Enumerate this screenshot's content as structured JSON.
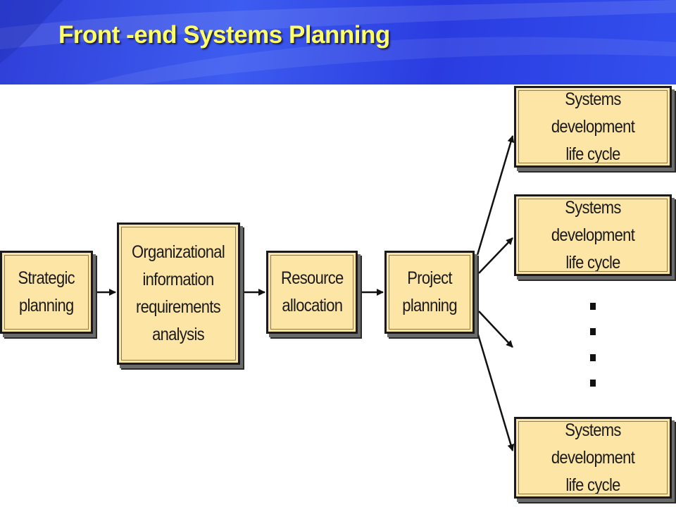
{
  "slide": {
    "title": "Front -end Systems Planning"
  },
  "diagram": {
    "nodes": {
      "strategic": "Strategic\nplanning",
      "org_info": "Organizational\ninformation\nrequirements\nanalysis",
      "resource": "Resource\nallocation",
      "project": "Project\nplanning",
      "sdlc_1": "Systems development\nlife cycle",
      "sdlc_2": "Systems development\nlife cycle",
      "sdlc_n": "Systems development\nlife cycle"
    },
    "colors": {
      "box_fill": "#fde5a6",
      "header_blue": "#3347e6",
      "title_yellow": "#ffff66"
    }
  }
}
